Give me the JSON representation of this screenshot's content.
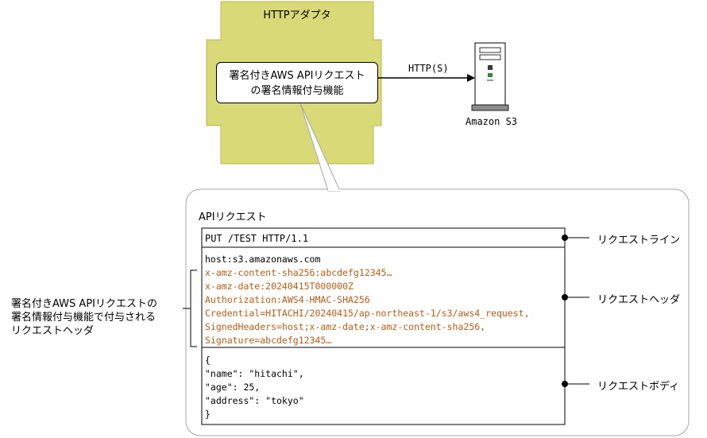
{
  "adapter": {
    "title": "HTTPアダプタ"
  },
  "function_box": {
    "line1": "署名付きAWS APIリクエスト",
    "line2": "の署名情報付与機能"
  },
  "connection": {
    "label": "HTTP(S)"
  },
  "server": {
    "label": "Amazon S3"
  },
  "panel": {
    "title": "APIリクエスト",
    "request_line": "PUT /TEST HTTP/1.1",
    "headers": [
      "host:s3.amazonaws.com",
      "x-amz-content-sha256:abcdefg12345…",
      "x-amz-date:20240415T000000Z",
      "Authorization:AWS4-HMAC-SHA256",
      "Credential=HITACHI/20240415/ap-northeast-1/s3/aws4_request,",
      "SignedHeaders=host;x-amz-date;x-amz-content-sha256,",
      "Signature=abcdefg12345…"
    ],
    "body": [
      "{",
      "\"name\": \"hitachi\",",
      "\"age\": 25,",
      "\"address\": \"tokyo\"",
      "}"
    ]
  },
  "labels": {
    "request_line": "リクエストライン",
    "request_header": "リクエストヘッダ",
    "request_body": "リクエストボディ"
  },
  "annotation": [
    "署名付きAWS APIリクエストの",
    "署名情報付与機能で付与される",
    "リクエストヘッダ"
  ],
  "colors": {
    "adapter_fill": "#d9d978",
    "adapter_stroke": "#b9b94c",
    "signed_header_text": "#c55a11"
  }
}
